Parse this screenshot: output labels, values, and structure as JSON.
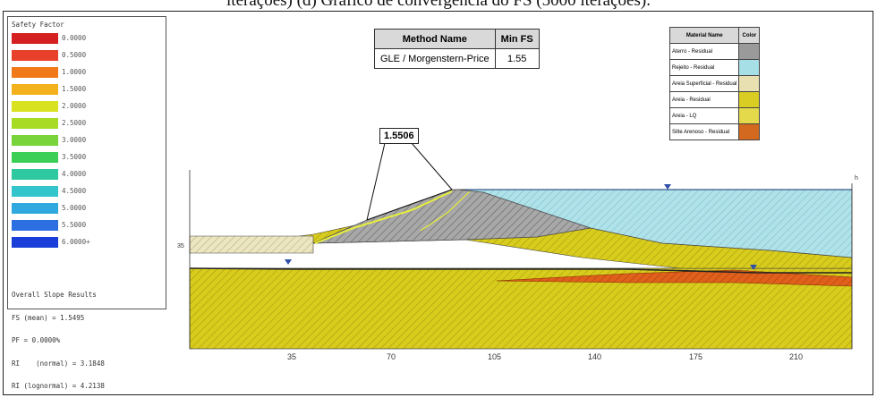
{
  "caption": "iterações) (d) Gráfico de convergência do FS (5000 iterações).",
  "legend": {
    "title": "Safety Factor",
    "entries": [
      {
        "value": "0.0000",
        "color": "#d42020"
      },
      {
        "value": "0.5000",
        "color": "#e8402a"
      },
      {
        "value": "1.0000",
        "color": "#f07a1a"
      },
      {
        "value": "1.5000",
        "color": "#f3b21c"
      },
      {
        "value": "2.0000",
        "color": "#d8e21e"
      },
      {
        "value": "2.5000",
        "color": "#a8dc24"
      },
      {
        "value": "3.0000",
        "color": "#78d43a"
      },
      {
        "value": "3.5000",
        "color": "#3ccf55"
      },
      {
        "value": "4.0000",
        "color": "#2ec9a0"
      },
      {
        "value": "4.5000",
        "color": "#32c6cc"
      },
      {
        "value": "5.0000",
        "color": "#2ea8de"
      },
      {
        "value": "5.5000",
        "color": "#2c6fe0"
      },
      {
        "value": "6.0000+",
        "color": "#1a3fd8"
      }
    ],
    "overall": [
      "Overall Slope Results",
      "FS (mean) = 1.5495",
      "PF = 0.0000%",
      "RI    (normal) = 3.1848",
      "RI (lognormal) = 4.2138"
    ]
  },
  "method_table": {
    "headers": [
      "Method Name",
      "Min FS"
    ],
    "rows": [
      [
        "GLE / Morgenstern-Price",
        "1.55"
      ]
    ]
  },
  "material_table": {
    "headers": [
      "Material Name",
      "Color"
    ],
    "rows": [
      {
        "name": "Aterro - Residual",
        "color": "#9a9a9a"
      },
      {
        "name": "Rejeito - Residual",
        "color": "#a6dfe6"
      },
      {
        "name": "Areia Superficial - Residual",
        "color": "#e8e0b0"
      },
      {
        "name": "Areia - Residual",
        "color": "#d9cc22"
      },
      {
        "name": "Areia - LQ",
        "color": "#e3d94a"
      },
      {
        "name": "Silte Arenoso - Residual",
        "color": "#d2691e"
      }
    ]
  },
  "fs_label": "1.5506",
  "x_ticks": [
    "35",
    "70",
    "105",
    "140",
    "175",
    "210"
  ],
  "y_labels": {
    "top_marker": "h",
    "left_marker": "35"
  }
}
